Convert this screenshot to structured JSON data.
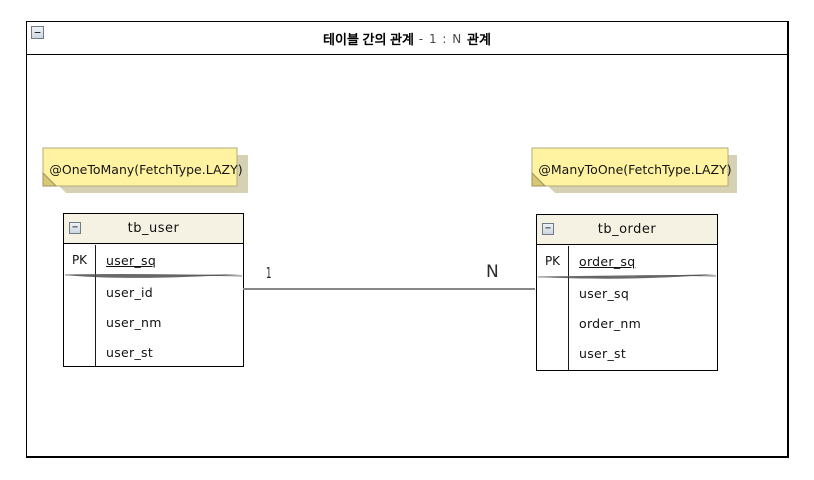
{
  "icons": {
    "collapse": "−"
  },
  "frame": {
    "title_prefix": "테이블 간의 관계",
    "title_relation": " - 1 : N ",
    "title_suffix": "관계"
  },
  "notes": [
    {
      "text": "@OneToMany(FetchType.LAZY)"
    },
    {
      "text": "@ManyToOne(FetchType.LAZY)"
    }
  ],
  "tables": [
    {
      "name": "tb_user",
      "pk_label": "PK",
      "pk_field": "user_sq",
      "fields": [
        "user_id",
        "user_nm",
        "user_st"
      ]
    },
    {
      "name": "tb_order",
      "pk_label": "PK",
      "pk_field": "order_sq",
      "fields": [
        "user_sq",
        "order_nm",
        "user_st"
      ]
    }
  ],
  "relationship": {
    "left_label": "1",
    "right_label": "N"
  },
  "colors": {
    "note_fill": "#fff3a1",
    "note_fold": "#d9c871",
    "note_shadow": "#b5ab72",
    "header_fill": "#f5f2e3",
    "line_gray": "#878787"
  }
}
